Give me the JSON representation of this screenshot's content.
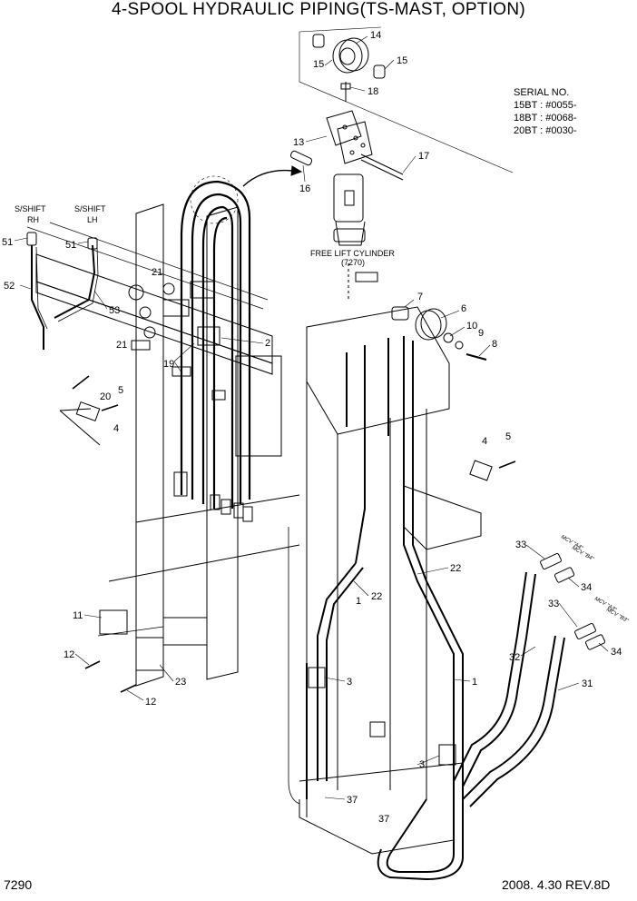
{
  "title": "4-SPOOL HYDRAULIC PIPING(TS-MAST, OPTION)",
  "serial": {
    "heading": "SERIAL NO.",
    "rows": [
      "15BT : #0055-",
      "18BT : #0068-",
      "20BT : #0030-"
    ]
  },
  "page_number": "7290",
  "revision": "2008. 4.30  REV.8D",
  "labels": {
    "free_lift_cylinder": "FREE LIFT CYLINDER",
    "free_lift_code": "(7270)",
    "sshift_rh_1": "S/SHIFT",
    "sshift_rh_2": "RH",
    "sshift_lh_1": "S/SHIFT",
    "sshift_lh_2": "LH",
    "mcv_a4": "MCV \"A4\"",
    "mcv_b4": "MCV \"B4\"",
    "mcv_a3": "MCV \"A3\"",
    "mcv_b3": "MCV \"B3\""
  },
  "callouts": {
    "p14": "14",
    "p15a": "15",
    "p15b": "15",
    "p18": "18",
    "p13": "13",
    "p17": "17",
    "p16": "16",
    "p7": "7",
    "p6": "6",
    "p10": "10",
    "p9": "9",
    "p8": "8",
    "p51a": "51",
    "p51b": "51",
    "p52": "52",
    "p53": "53",
    "p21a": "21",
    "p21b": "21",
    "p19": "19",
    "p2": "2",
    "p20": "20",
    "p5a": "5",
    "p4a": "4",
    "p4b": "4",
    "p5b": "5",
    "p33a": "33",
    "p34a": "34",
    "p33b": "33",
    "p34b": "34",
    "p22a": "22",
    "p22b": "22",
    "p1a": "1",
    "p1b": "1",
    "p32": "32",
    "p31": "31",
    "p3a": "3",
    "p3b": "3",
    "p37a": "37",
    "p37b": "37",
    "p11": "11",
    "p12a": "12",
    "p12b": "12",
    "p23": "23"
  }
}
